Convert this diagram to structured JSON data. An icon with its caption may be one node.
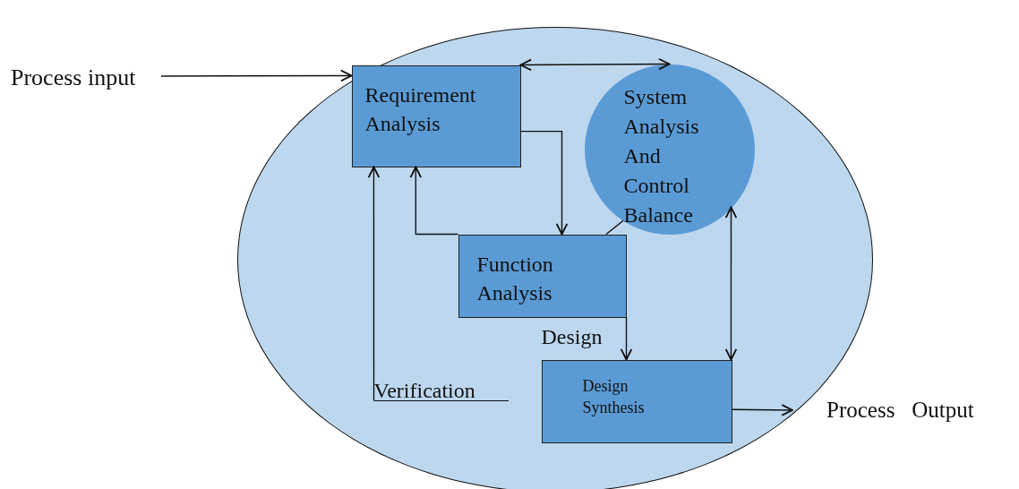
{
  "diagram": {
    "nodes": [
      {
        "text": [],
        "shape": "ellipse"
      },
      {
        "text": [
          "Requirement Analysis"
        ],
        "in": 0
      },
      {
        "text": [
          "System Analysis And Control Balance"
        ],
        "in": 0
      },
      {
        "text": [
          "Function Analysis"
        ],
        "in": 0
      },
      {
        "text": [
          "Design Synthesis"
        ],
        "in": 0
      },
      {
        "text": [
          "Process input"
        ]
      },
      {
        "text": [
          "Process Output"
        ]
      },
      {
        "text": [
          "Verification"
        ],
        "in": 0
      }
    ],
    "edges": [
      {
        "from": 5,
        "to": 1,
        "arrow": "to"
      },
      {
        "from": 1,
        "to": 2,
        "arrow": "both"
      },
      {
        "from": 1,
        "to": 3,
        "arrow": "to"
      },
      {
        "from": 3,
        "to": 1,
        "arrow": "to"
      },
      {
        "from": 7,
        "to": 1,
        "arrow": "to"
      },
      {
        "from": 3,
        "to": 2,
        "arrow": "none"
      },
      {
        "from": 3,
        "to": 4,
        "arrow": "to",
        "label": "Design"
      },
      {
        "from": 2,
        "to": 4,
        "arrow": "both"
      },
      {
        "from": 4,
        "to": 6,
        "arrow": "to"
      }
    ]
  }
}
